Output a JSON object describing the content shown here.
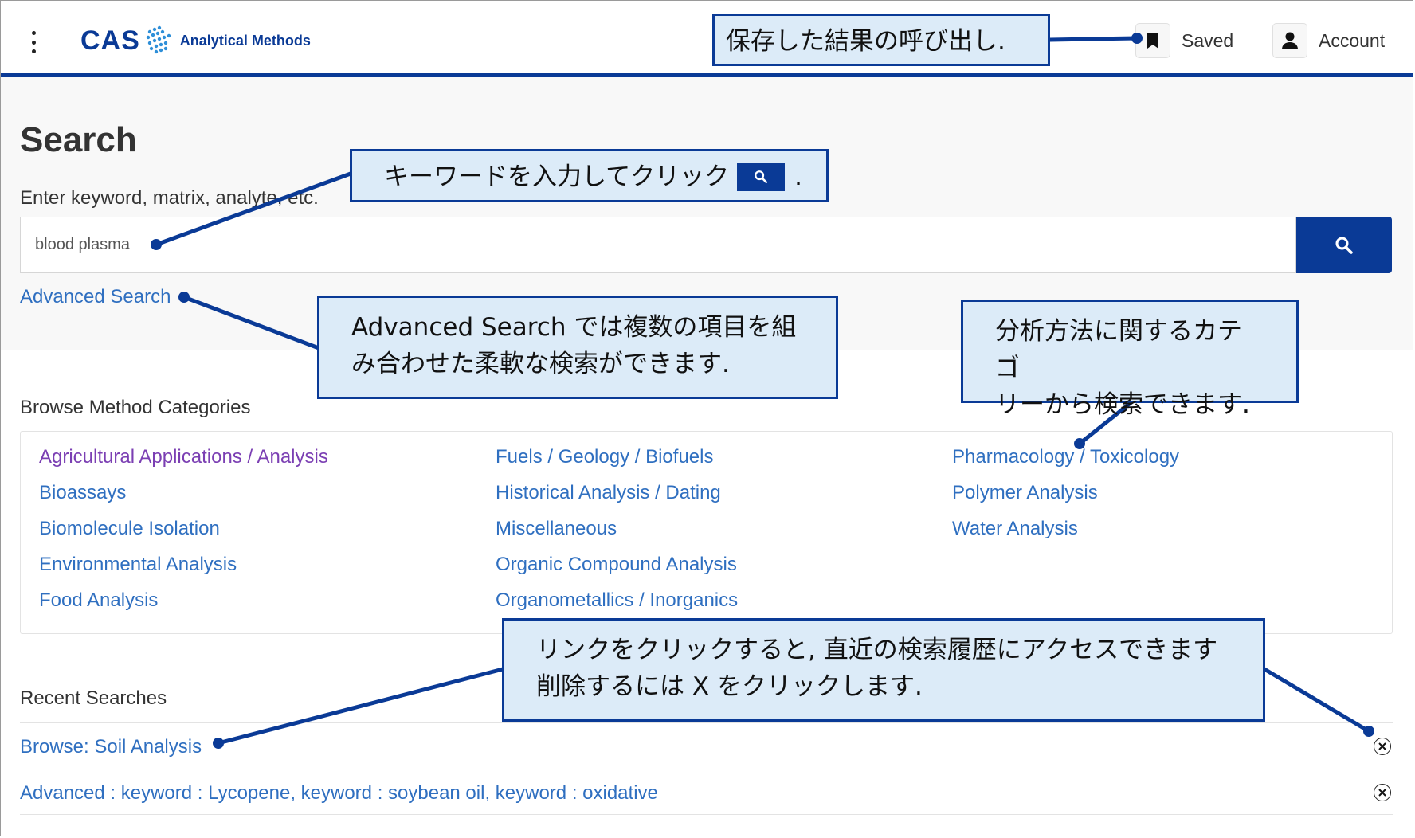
{
  "header": {
    "logo_text": "CAS",
    "logo_subtitle": "Analytical Methods",
    "saved_label": "Saved",
    "account_label": "Account",
    "accent_color": "#0a3a96"
  },
  "search": {
    "title": "Search",
    "label": "Enter keyword, matrix, analyte, etc.",
    "value": "blood plasma",
    "advanced_link": "Advanced Search",
    "button_icon": "search-icon"
  },
  "browse": {
    "heading": "Browse Method Categories",
    "columns": [
      [
        "Agricultural Applications / Analysis",
        "Bioassays",
        "Biomolecule Isolation",
        "Environmental Analysis",
        "Food Analysis"
      ],
      [
        "Fuels / Geology / Biofuels",
        "Historical Analysis / Dating",
        "Miscellaneous",
        "Organic Compound Analysis",
        "Organometallics / Inorganics"
      ],
      [
        "Pharmacology / Toxicology",
        "Polymer Analysis",
        "Water Analysis"
      ]
    ],
    "visited_color": "#7b3fb3",
    "link_color": "#2f6fc0"
  },
  "recent": {
    "heading": "Recent Searches",
    "items": [
      "Browse: Soil Analysis",
      "Advanced : keyword : Lycopene, keyword : soybean oil, keyword : oxidative"
    ]
  },
  "callouts": {
    "saved": "保存した結果の呼び出し.",
    "search_before": "キーワードを入力してクリック",
    "search_after": ".",
    "advanced": "Advanced Search では複数の項目を組\nみ合わせた柔軟な検索ができます.",
    "categories": "分析方法に関するカテゴ\nリーから検索できます.",
    "recent": "リンクをクリックすると, 直近の検索履歴にアクセスできます\n削除するには X をクリックします."
  }
}
